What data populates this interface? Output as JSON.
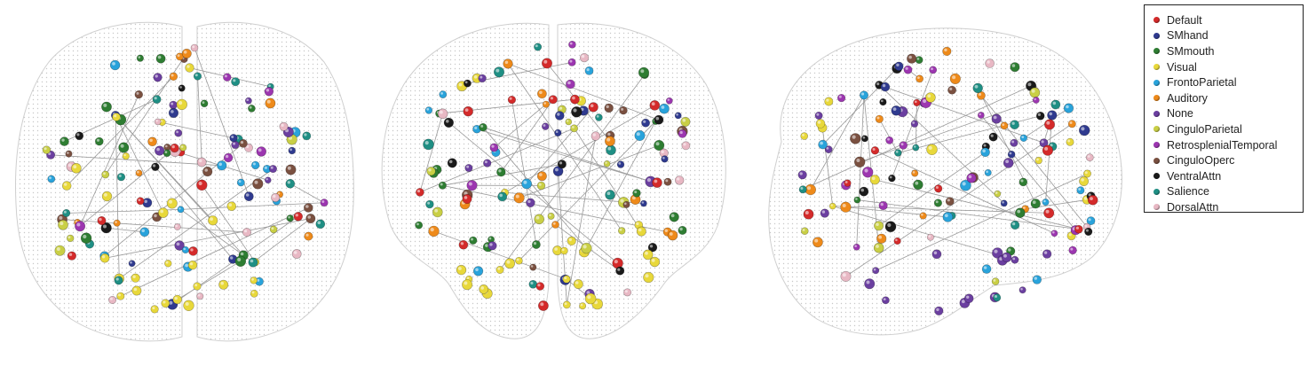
{
  "legend": {
    "items": [
      {
        "label": "Default",
        "color": "#d42a2a"
      },
      {
        "label": "SMhand",
        "color": "#2f3a8f"
      },
      {
        "label": "SMmouth",
        "color": "#2e7d32"
      },
      {
        "label": "Visual",
        "color": "#e8d83a"
      },
      {
        "label": "FrontoParietal",
        "color": "#29a3db"
      },
      {
        "label": "Auditory",
        "color": "#ee8a1a"
      },
      {
        "label": "None",
        "color": "#6b3fa0"
      },
      {
        "label": "CinguloParietal",
        "color": "#c9cf45"
      },
      {
        "label": "RetrosplenialTemporal",
        "color": "#9c36b0"
      },
      {
        "label": "CinguloOperc",
        "color": "#7a5040"
      },
      {
        "label": "VentralAttn",
        "color": "#1a1a1a"
      },
      {
        "label": "Salience",
        "color": "#1f8f84"
      },
      {
        "label": "DorsalAttn",
        "color": "#e8b8c4"
      }
    ]
  },
  "views": [
    {
      "name": "axial",
      "outline_color": "#d2d2d2"
    },
    {
      "name": "coronal",
      "outline_color": "#d2d2d2"
    },
    {
      "name": "sagittal",
      "outline_color": "#d2d2d2"
    }
  ]
}
